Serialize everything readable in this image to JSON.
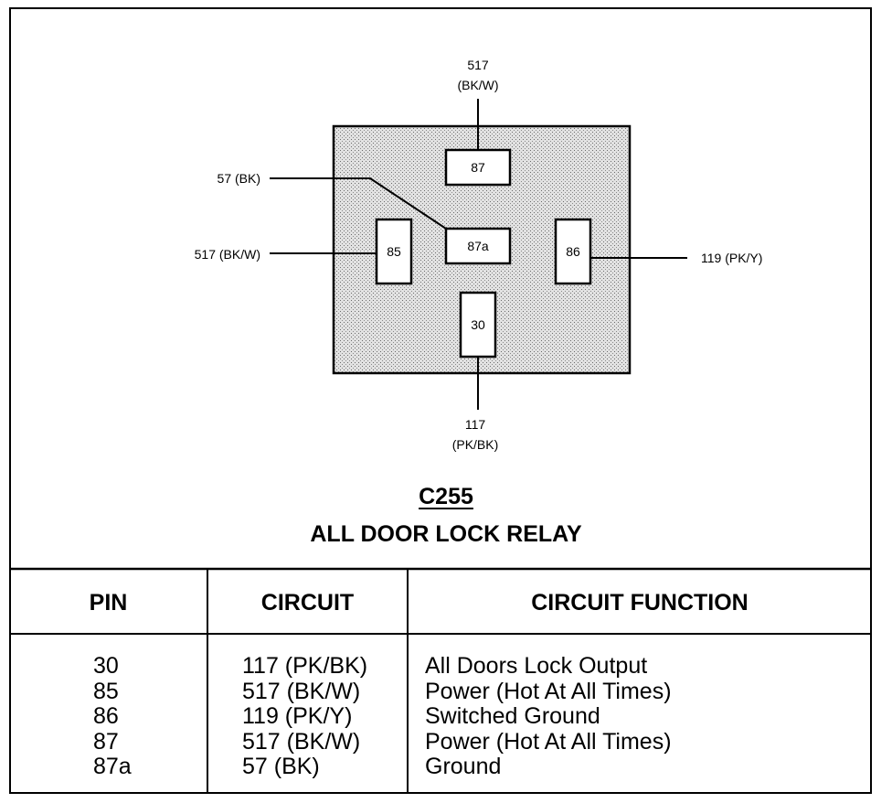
{
  "diagram": {
    "connector_id": "C255",
    "connector_name": "ALL DOOR LOCK RELAY",
    "pins": [
      {
        "pin": "87",
        "wire_number": "517",
        "wire_color": "(BK/W)"
      },
      {
        "pin": "87a",
        "wire_label": "57 (BK)"
      },
      {
        "pin": "85",
        "wire_label": "517 (BK/W)"
      },
      {
        "pin": "86",
        "wire_label": "119 (PK/Y)"
      },
      {
        "pin": "30",
        "wire_number": "117",
        "wire_color": "(PK/BK)"
      }
    ]
  },
  "table": {
    "headers": {
      "pin": "PIN",
      "circuit": "CIRCUIT",
      "function": "CIRCUIT FUNCTION"
    },
    "rows": [
      {
        "pin": "30",
        "circuit": "117 (PK/BK)",
        "function": "All Doors Lock Output"
      },
      {
        "pin": "85",
        "circuit": "517 (BK/W)",
        "function": "Power (Hot At All Times)"
      },
      {
        "pin": "86",
        "circuit": "119 (PK/Y)",
        "function": "Switched Ground"
      },
      {
        "pin": "87",
        "circuit": "517 (BK/W)",
        "function": "Power (Hot At All Times)"
      },
      {
        "pin": "87a",
        "circuit": "57 (BK)",
        "function": "Ground"
      }
    ]
  },
  "colors": {
    "ink": "#000000",
    "relay_fill": "#d9d9d9"
  }
}
